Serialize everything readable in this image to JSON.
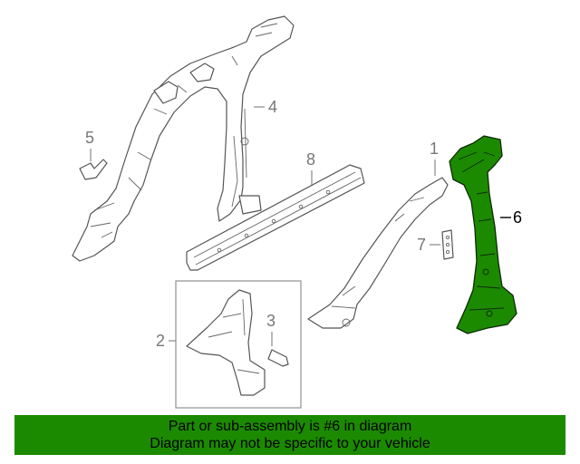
{
  "diagram": {
    "callouts": {
      "part_1": "1",
      "part_2": "2",
      "part_3": "3",
      "part_4": "4",
      "part_5": "5",
      "part_6": "6",
      "part_7": "7",
      "part_8": "8"
    },
    "highlight_part": "6",
    "colors": {
      "highlight_fill": "#1c8a00",
      "outline": "#555555",
      "callout_text": "#777777",
      "banner_background": "#1c8a00"
    }
  },
  "banner": {
    "line1": "Part or sub-assembly is #6 in diagram",
    "line2": "Diagram may not be specific to your vehicle"
  }
}
